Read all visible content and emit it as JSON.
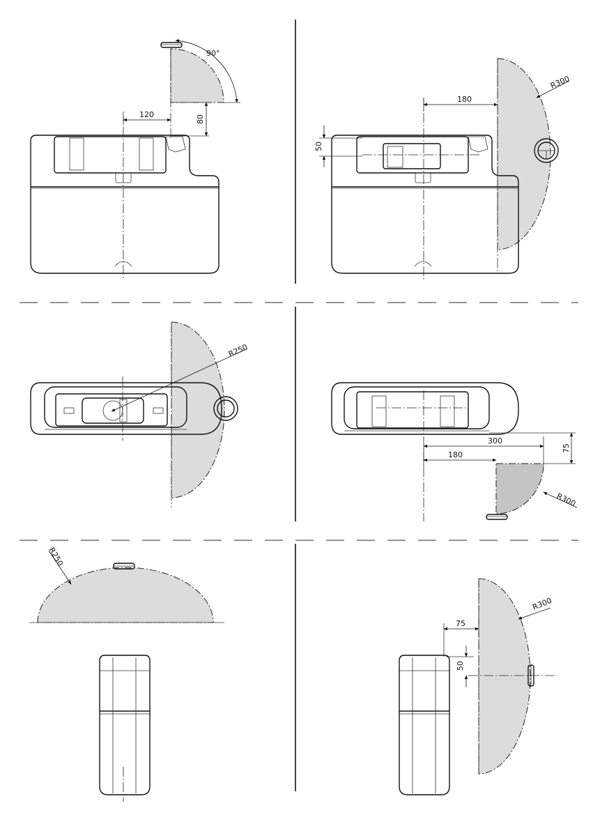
{
  "panels": {
    "p1": {
      "dims": {
        "angle": "90°",
        "horizontal": "120",
        "vertical": "80"
      }
    },
    "p2": {
      "dims": {
        "horizontal": "180",
        "vertical": "50",
        "radius": "R300"
      }
    },
    "p3": {
      "dims": {
        "radius": "R250"
      }
    },
    "p4": {
      "dims": {
        "long": "300",
        "short": "180",
        "vertical": "75",
        "radius": "R300"
      }
    },
    "p5": {
      "dims": {
        "radius": "R250"
      }
    },
    "p6": {
      "dims": {
        "horizontal": "75",
        "vertical": "50",
        "radius": "R300"
      }
    }
  }
}
